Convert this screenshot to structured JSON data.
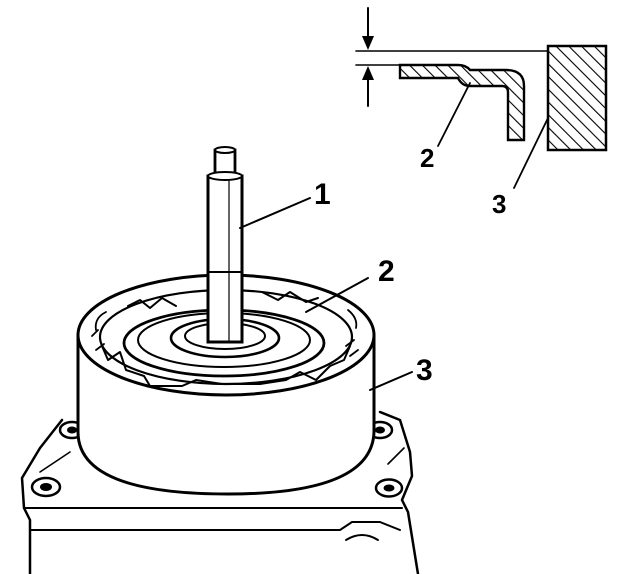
{
  "diagram": {
    "callouts": {
      "main_shaft": "1",
      "main_seal": "2",
      "main_housing": "3",
      "detail_seal": "2",
      "detail_housing": "3"
    },
    "colors": {
      "ink": "#000000",
      "paper": "#ffffff"
    }
  }
}
